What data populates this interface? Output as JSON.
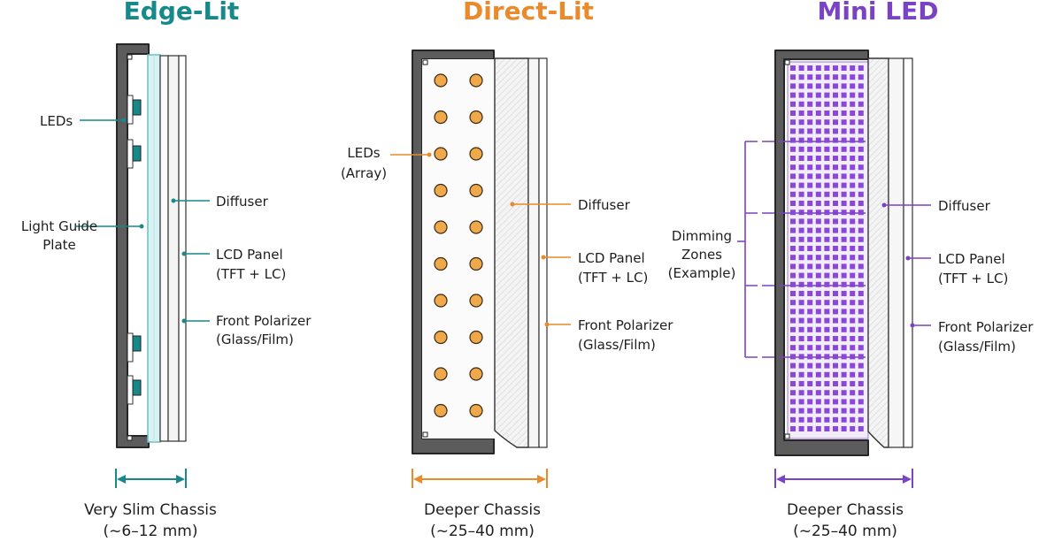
{
  "colors": {
    "edge": "#17898a",
    "direct": "#ea8a2a",
    "mini": "#7a43c4",
    "chassis": "#5c5c5c",
    "led_orange": "#efa84a",
    "mini_led": "#8a48d8",
    "text": "#1e1e1e"
  },
  "panels": {
    "edge": {
      "title": "Edge-Lit",
      "labels": {
        "leds": "LEDs",
        "lgp_1": "Light Guide",
        "lgp_2": "Plate",
        "diffuser": "Diffuser",
        "lcd_1": "LCD Panel",
        "lcd_2": "(TFT + LC)",
        "pol_1": "Front Polarizer",
        "pol_2": "(Glass/Film)"
      },
      "caption_1": "Very Slim Chassis",
      "caption_2": "(~6–12 mm)"
    },
    "direct": {
      "title": "Direct-Lit",
      "labels": {
        "leds_1": "LEDs",
        "leds_2": "(Array)",
        "diffuser": "Diffuser",
        "lcd_1": "LCD Panel",
        "lcd_2": "(TFT + LC)",
        "pol_1": "Front Polarizer",
        "pol_2": "(Glass/Film)"
      },
      "caption_1": "Deeper Chassis",
      "caption_2": "(~25–40 mm)"
    },
    "mini": {
      "title": "Mini LED",
      "labels": {
        "dim_1": "Dimming",
        "dim_2": "Zones",
        "dim_3": "(Example)",
        "diffuser": "Diffuser",
        "lcd_1": "LCD Panel",
        "lcd_2": "(TFT + LC)",
        "pol_1": "Front Polarizer",
        "pol_2": "(Glass/Film)"
      },
      "caption_1": "Deeper Chassis",
      "caption_2": "(~25–40 mm)"
    }
  }
}
